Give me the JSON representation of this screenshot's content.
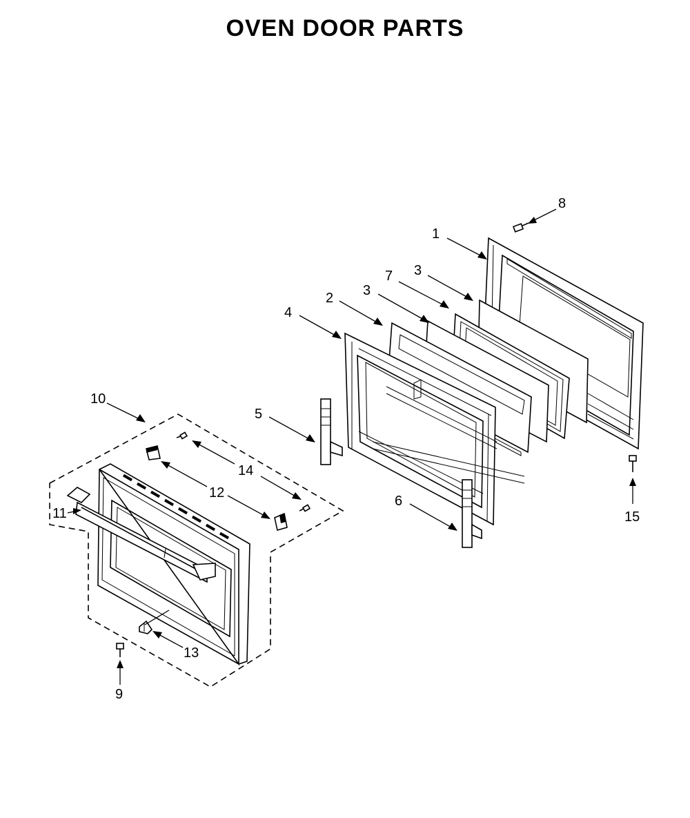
{
  "title": "OVEN DOOR PARTS",
  "callouts": {
    "c1": "1",
    "c2": "2",
    "c3a": "3",
    "c3b": "3",
    "c4": "4",
    "c5": "5",
    "c6": "6",
    "c7": "7",
    "c8": "8",
    "c9": "9",
    "c10": "10",
    "c11": "11",
    "c12": "12",
    "c13": "13",
    "c14": "14",
    "c15": "15"
  }
}
